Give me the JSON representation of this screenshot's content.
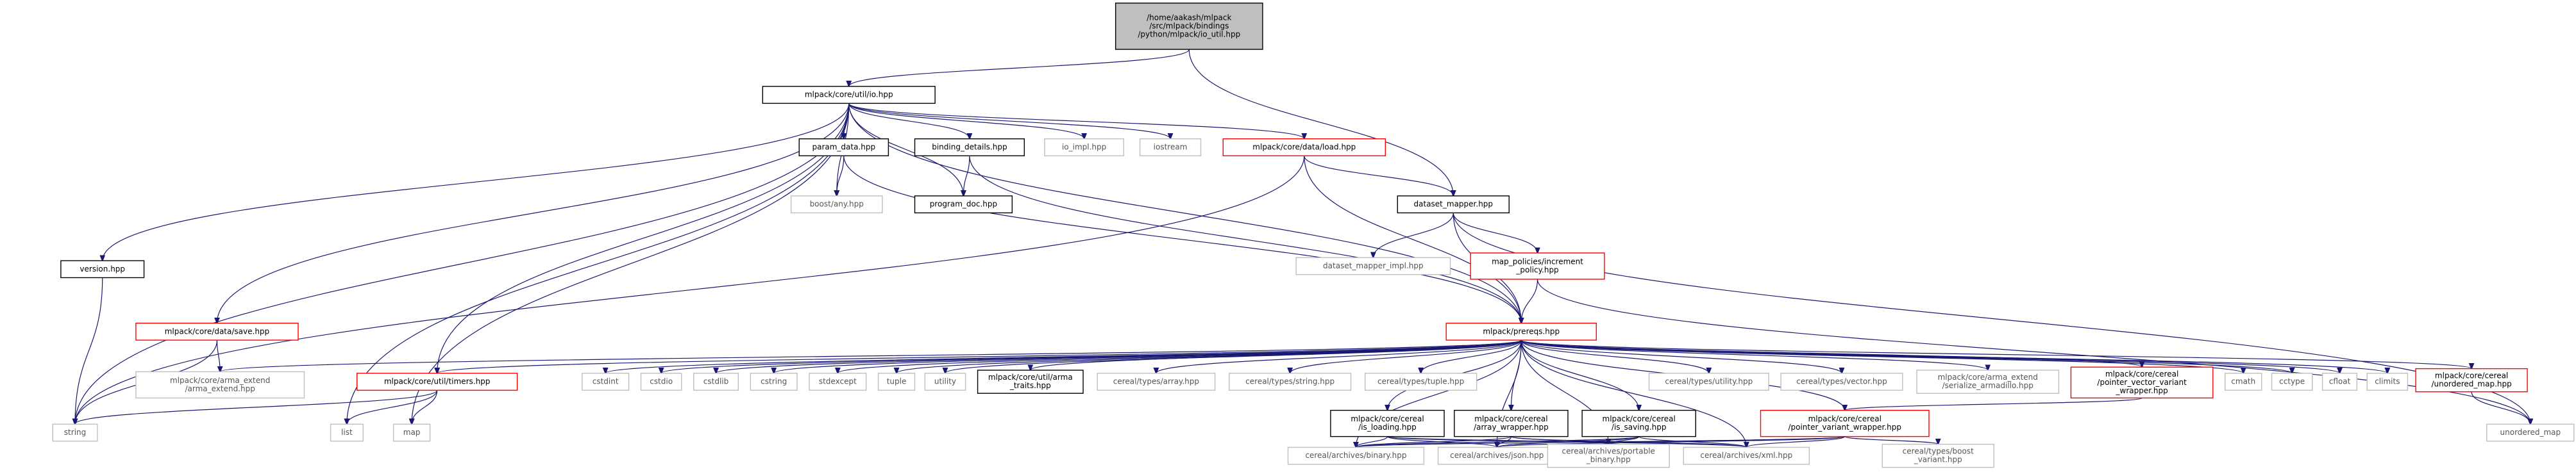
{
  "colors": {
    "edge": "#191970",
    "root_fill": "#bfbfbf",
    "root_border": "#000000",
    "doc_border": "#000000",
    "red_border": "#ff0000",
    "gray_border": "#bfbfbf",
    "node_fill": "#ffffff"
  },
  "nodes": [
    {
      "id": "root",
      "style": "root",
      "lines": [
        "/home/aakash/mlpack",
        "/src/mlpack/bindings",
        "/python/mlpack/io_util.hpp"
      ]
    },
    {
      "id": "io",
      "style": "doc",
      "lines": [
        "mlpack/core/util/io.hpp"
      ]
    },
    {
      "id": "param_data",
      "style": "doc",
      "lines": [
        "param_data.hpp"
      ]
    },
    {
      "id": "binding_details",
      "style": "doc",
      "lines": [
        "binding_details.hpp"
      ]
    },
    {
      "id": "io_impl",
      "style": "gray",
      "lines": [
        "io_impl.hpp"
      ]
    },
    {
      "id": "iostream",
      "style": "gray",
      "lines": [
        "iostream"
      ]
    },
    {
      "id": "load",
      "style": "red",
      "lines": [
        "mlpack/core/data/load.hpp"
      ]
    },
    {
      "id": "boost_any",
      "style": "gray",
      "lines": [
        "boost/any.hpp"
      ]
    },
    {
      "id": "program_doc",
      "style": "doc",
      "lines": [
        "program_doc.hpp"
      ]
    },
    {
      "id": "dataset_mapper",
      "style": "doc",
      "lines": [
        "dataset_mapper.hpp"
      ]
    },
    {
      "id": "dataset_mapper_impl",
      "style": "gray",
      "lines": [
        "dataset_mapper_impl.hpp"
      ]
    },
    {
      "id": "increment_policy",
      "style": "red",
      "lines": [
        "map_policies/increment",
        "_policy.hpp"
      ]
    },
    {
      "id": "version",
      "style": "doc",
      "lines": [
        "version.hpp"
      ]
    },
    {
      "id": "save",
      "style": "red",
      "lines": [
        "mlpack/core/data/save.hpp"
      ]
    },
    {
      "id": "prereqs",
      "style": "red",
      "lines": [
        "mlpack/prereqs.hpp"
      ]
    },
    {
      "id": "arma_extend",
      "style": "gray",
      "lines": [
        "mlpack/core/arma_extend",
        "/arma_extend.hpp"
      ]
    },
    {
      "id": "timers",
      "style": "red",
      "lines": [
        "mlpack/core/util/timers.hpp"
      ]
    },
    {
      "id": "cstdint",
      "style": "gray",
      "lines": [
        "cstdint"
      ]
    },
    {
      "id": "cstdio",
      "style": "gray",
      "lines": [
        "cstdio"
      ]
    },
    {
      "id": "cstdlib",
      "style": "gray",
      "lines": [
        "cstdlib"
      ]
    },
    {
      "id": "cstring",
      "style": "gray",
      "lines": [
        "cstring"
      ]
    },
    {
      "id": "stdexcept",
      "style": "gray",
      "lines": [
        "stdexcept"
      ]
    },
    {
      "id": "tuple",
      "style": "gray",
      "lines": [
        "tuple"
      ]
    },
    {
      "id": "utility",
      "style": "gray",
      "lines": [
        "utility"
      ]
    },
    {
      "id": "arma_traits",
      "style": "doc",
      "lines": [
        "mlpack/core/util/arma",
        "_traits.hpp"
      ]
    },
    {
      "id": "types_array",
      "style": "gray",
      "lines": [
        "cereal/types/array.hpp"
      ]
    },
    {
      "id": "types_string",
      "style": "gray",
      "lines": [
        "cereal/types/string.hpp"
      ]
    },
    {
      "id": "types_tuple",
      "style": "gray",
      "lines": [
        "cereal/types/tuple.hpp"
      ]
    },
    {
      "id": "types_utility",
      "style": "gray",
      "lines": [
        "cereal/types/utility.hpp"
      ]
    },
    {
      "id": "types_vector",
      "style": "gray",
      "lines": [
        "cereal/types/vector.hpp"
      ]
    },
    {
      "id": "serialize_armadillo",
      "style": "gray",
      "lines": [
        "mlpack/core/arma_extend",
        "/serialize_armadillo.hpp"
      ]
    },
    {
      "id": "pvvw",
      "style": "red",
      "lines": [
        "mlpack/core/cereal",
        "/pointer_vector_variant",
        "_wrapper.hpp"
      ]
    },
    {
      "id": "cmath",
      "style": "gray",
      "lines": [
        "cmath"
      ]
    },
    {
      "id": "cctype",
      "style": "gray",
      "lines": [
        "cctype"
      ]
    },
    {
      "id": "cfloat",
      "style": "gray",
      "lines": [
        "cfloat"
      ]
    },
    {
      "id": "climits",
      "style": "gray",
      "lines": [
        "climits"
      ]
    },
    {
      "id": "unordered_map_hpp",
      "style": "red",
      "lines": [
        "mlpack/core/cereal",
        "/unordered_map.hpp"
      ]
    },
    {
      "id": "string",
      "style": "gray",
      "lines": [
        "string"
      ]
    },
    {
      "id": "list",
      "style": "gray",
      "lines": [
        "list"
      ]
    },
    {
      "id": "map",
      "style": "gray",
      "lines": [
        "map"
      ]
    },
    {
      "id": "is_loading",
      "style": "doc",
      "lines": [
        "mlpack/core/cereal",
        "/is_loading.hpp"
      ]
    },
    {
      "id": "array_wrapper",
      "style": "doc",
      "lines": [
        "mlpack/core/cereal",
        "/array_wrapper.hpp"
      ]
    },
    {
      "id": "is_saving",
      "style": "doc",
      "lines": [
        "mlpack/core/cereal",
        "/is_saving.hpp"
      ]
    },
    {
      "id": "pvw",
      "style": "red",
      "lines": [
        "mlpack/core/cereal",
        "/pointer_variant_wrapper.hpp"
      ]
    },
    {
      "id": "unordered_map",
      "style": "gray",
      "lines": [
        "unordered_map"
      ]
    },
    {
      "id": "binary",
      "style": "gray",
      "lines": [
        "cereal/archives/binary.hpp"
      ]
    },
    {
      "id": "json",
      "style": "gray",
      "lines": [
        "cereal/archives/json.hpp"
      ]
    },
    {
      "id": "portable_binary",
      "style": "gray",
      "lines": [
        "cereal/archives/portable",
        "_binary.hpp"
      ]
    },
    {
      "id": "xml",
      "style": "gray",
      "lines": [
        "cereal/archives/xml.hpp"
      ]
    },
    {
      "id": "boost_variant",
      "style": "gray",
      "lines": [
        "cereal/types/boost",
        "_variant.hpp"
      ]
    }
  ],
  "edges": [
    [
      "root",
      "io"
    ],
    [
      "root",
      "dataset_mapper"
    ],
    [
      "io",
      "string"
    ],
    [
      "io",
      "version"
    ],
    [
      "io",
      "save"
    ],
    [
      "io",
      "timers"
    ],
    [
      "io",
      "list"
    ],
    [
      "io",
      "map"
    ],
    [
      "io",
      "boost_any"
    ],
    [
      "io",
      "param_data"
    ],
    [
      "io",
      "binding_details"
    ],
    [
      "io",
      "program_doc"
    ],
    [
      "io",
      "io_impl"
    ],
    [
      "io",
      "iostream"
    ],
    [
      "io",
      "load"
    ],
    [
      "io",
      "prereqs"
    ],
    [
      "param_data",
      "boost_any"
    ],
    [
      "param_data",
      "prereqs"
    ],
    [
      "binding_details",
      "program_doc"
    ],
    [
      "binding_details",
      "prereqs"
    ],
    [
      "load",
      "string"
    ],
    [
      "load",
      "prereqs"
    ],
    [
      "load",
      "dataset_mapper"
    ],
    [
      "dataset_mapper",
      "dataset_mapper_impl"
    ],
    [
      "dataset_mapper",
      "increment_policy"
    ],
    [
      "dataset_mapper",
      "prereqs"
    ],
    [
      "dataset_mapper",
      "unordered_map"
    ],
    [
      "increment_policy",
      "prereqs"
    ],
    [
      "increment_policy",
      "unordered_map"
    ],
    [
      "version",
      "string"
    ],
    [
      "save",
      "string"
    ],
    [
      "save",
      "arma_extend"
    ],
    [
      "timers",
      "string"
    ],
    [
      "timers",
      "list"
    ],
    [
      "timers",
      "map"
    ],
    [
      "prereqs",
      "arma_extend"
    ],
    [
      "prereqs",
      "timers"
    ],
    [
      "prereqs",
      "cstdint"
    ],
    [
      "prereqs",
      "cstdio"
    ],
    [
      "prereqs",
      "cstdlib"
    ],
    [
      "prereqs",
      "cstring"
    ],
    [
      "prereqs",
      "stdexcept"
    ],
    [
      "prereqs",
      "tuple"
    ],
    [
      "prereqs",
      "utility"
    ],
    [
      "prereqs",
      "arma_traits"
    ],
    [
      "prereqs",
      "types_array"
    ],
    [
      "prereqs",
      "types_string"
    ],
    [
      "prereqs",
      "types_tuple"
    ],
    [
      "prereqs",
      "types_utility"
    ],
    [
      "prereqs",
      "types_vector"
    ],
    [
      "prereqs",
      "serialize_armadillo"
    ],
    [
      "prereqs",
      "pvvw"
    ],
    [
      "prereqs",
      "cmath"
    ],
    [
      "prereqs",
      "cctype"
    ],
    [
      "prereqs",
      "cfloat"
    ],
    [
      "prereqs",
      "climits"
    ],
    [
      "prereqs",
      "unordered_map_hpp"
    ],
    [
      "prereqs",
      "is_loading"
    ],
    [
      "prereqs",
      "array_wrapper"
    ],
    [
      "prereqs",
      "is_saving"
    ],
    [
      "prereqs",
      "pvw"
    ],
    [
      "prereqs",
      "binary"
    ],
    [
      "prereqs",
      "json"
    ],
    [
      "prereqs",
      "portable_binary"
    ],
    [
      "prereqs",
      "xml"
    ],
    [
      "pvvw",
      "pvw"
    ],
    [
      "unordered_map_hpp",
      "unordered_map"
    ],
    [
      "is_loading",
      "binary"
    ],
    [
      "is_loading",
      "json"
    ],
    [
      "is_loading",
      "portable_binary"
    ],
    [
      "is_loading",
      "xml"
    ],
    [
      "array_wrapper",
      "binary"
    ],
    [
      "array_wrapper",
      "json"
    ],
    [
      "array_wrapper",
      "portable_binary"
    ],
    [
      "array_wrapper",
      "xml"
    ],
    [
      "is_saving",
      "binary"
    ],
    [
      "is_saving",
      "json"
    ],
    [
      "is_saving",
      "portable_binary"
    ],
    [
      "is_saving",
      "xml"
    ],
    [
      "pvw",
      "binary"
    ],
    [
      "pvw",
      "json"
    ],
    [
      "pvw",
      "portable_binary"
    ],
    [
      "pvw",
      "xml"
    ],
    [
      "pvw",
      "boost_variant"
    ]
  ]
}
